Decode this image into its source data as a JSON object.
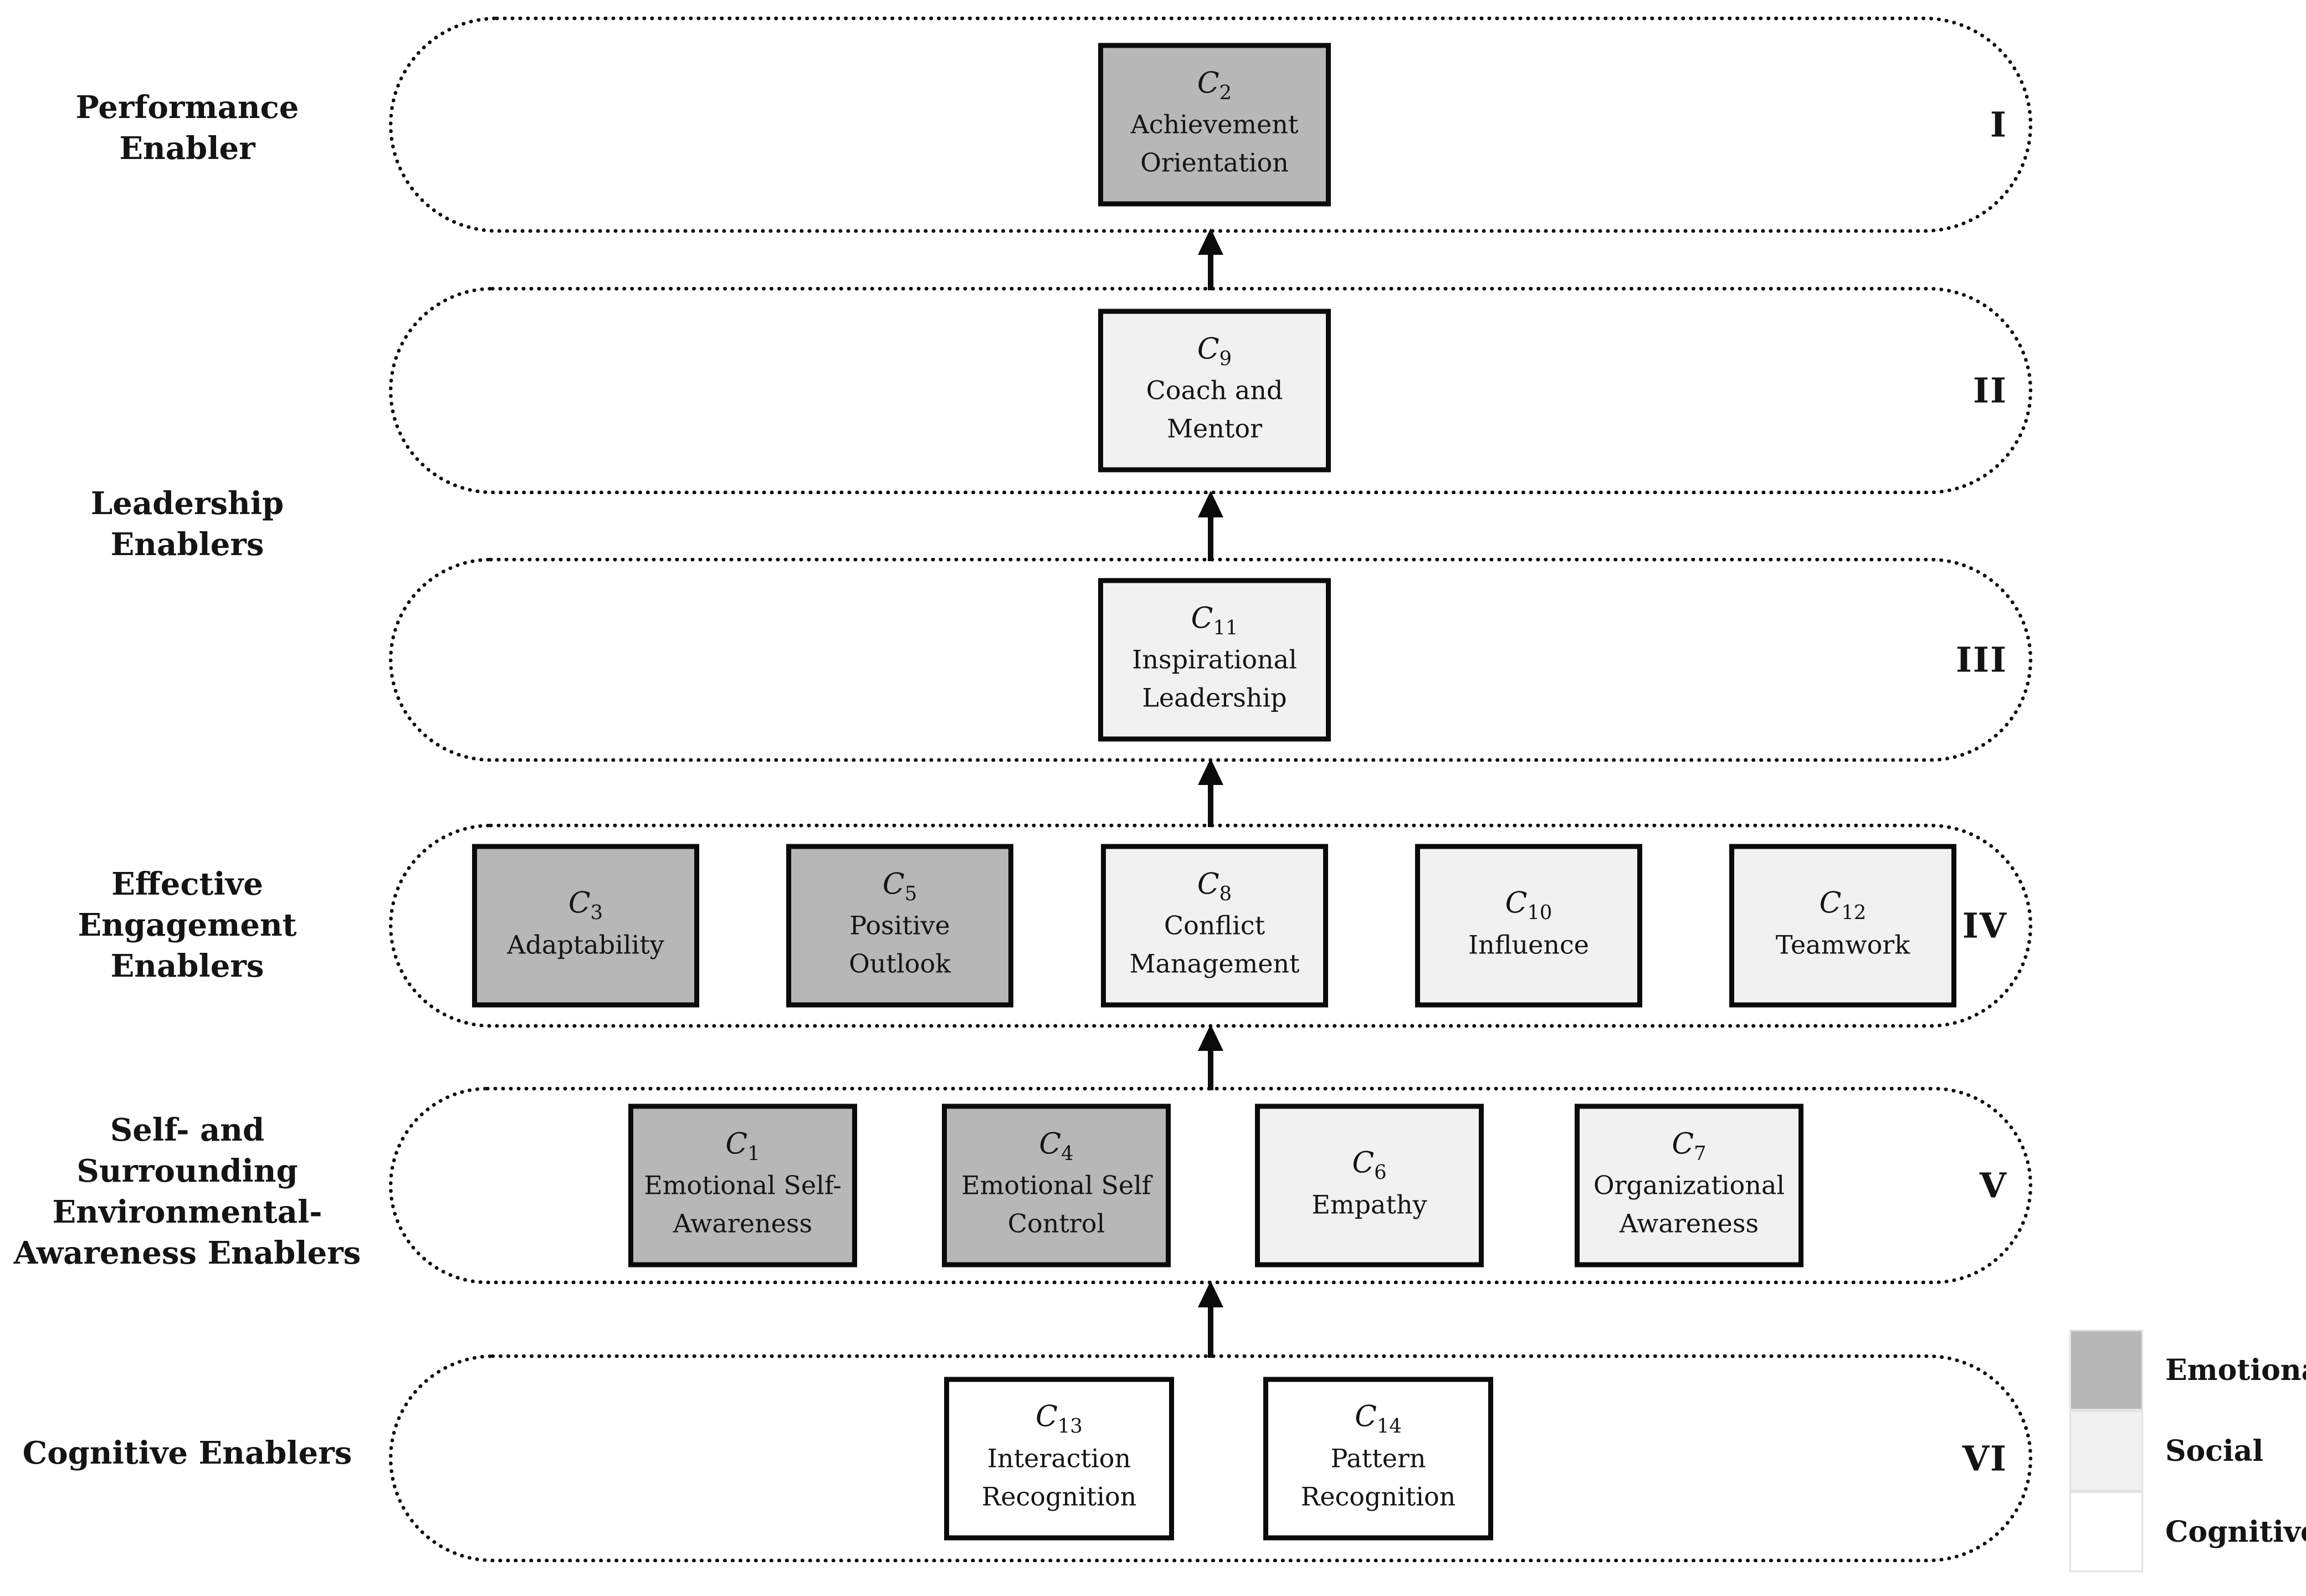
{
  "colors": {
    "emotional": "#b7b7b7",
    "social": "#f1f1f1",
    "cognitive": "#ffffff"
  },
  "labels": [
    {
      "text": "Performance Enabler"
    },
    {
      "text": "Leadership Enablers"
    },
    {
      "text": "Effective Engagement Enablers"
    },
    {
      "text": "Self- and Surrounding Environmental- Awareness Enablers"
    },
    {
      "text": "Cognitive Enablers"
    }
  ],
  "levels": [
    {
      "numeral": "I",
      "boxes": [
        {
          "code": "C",
          "sub": "2",
          "label": "Achievement Orientation",
          "category": "emotional"
        }
      ]
    },
    {
      "numeral": "II",
      "boxes": [
        {
          "code": "C",
          "sub": "9",
          "label": "Coach and Mentor",
          "category": "social"
        }
      ]
    },
    {
      "numeral": "III",
      "boxes": [
        {
          "code": "C",
          "sub": "11",
          "label": "Inspirational Leadership",
          "category": "social"
        }
      ]
    },
    {
      "numeral": "IV",
      "boxes": [
        {
          "code": "C",
          "sub": "3",
          "label": "Adaptability",
          "category": "emotional"
        },
        {
          "code": "C",
          "sub": "5",
          "label": "Positive Outlook",
          "category": "emotional"
        },
        {
          "code": "C",
          "sub": "8",
          "label": "Conflict Management",
          "category": "social"
        },
        {
          "code": "C",
          "sub": "10",
          "label": "Influence",
          "category": "social"
        },
        {
          "code": "C",
          "sub": "12",
          "label": "Teamwork",
          "category": "social"
        }
      ]
    },
    {
      "numeral": "V",
      "boxes": [
        {
          "code": "C",
          "sub": "1",
          "label": "Emotional Self-Awareness",
          "category": "emotional"
        },
        {
          "code": "C",
          "sub": "4",
          "label": "Emotional Self Control",
          "category": "emotional"
        },
        {
          "code": "C",
          "sub": "6",
          "label": "Empathy",
          "category": "social"
        },
        {
          "code": "C",
          "sub": "7",
          "label": "Organizational Awareness",
          "category": "social"
        }
      ]
    },
    {
      "numeral": "VI",
      "boxes": [
        {
          "code": "C",
          "sub": "13",
          "label": "Interaction Recognition",
          "category": "cognitive"
        },
        {
          "code": "C",
          "sub": "14",
          "label": "Pattern Recognition",
          "category": "cognitive"
        }
      ]
    }
  ],
  "legend": {
    "items": [
      {
        "label": "Emotional",
        "category": "emotional"
      },
      {
        "label": "Social",
        "category": "social"
      },
      {
        "label": "Cognitive",
        "category": "cognitive"
      }
    ]
  }
}
